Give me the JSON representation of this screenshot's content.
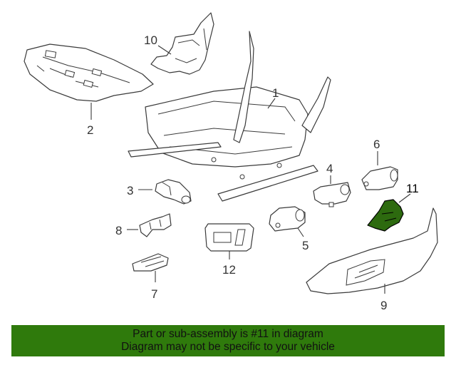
{
  "callouts": {
    "c1": "1",
    "c2": "2",
    "c3": "3",
    "c4": "4",
    "c5": "5",
    "c6": "6",
    "c7": "7",
    "c8": "8",
    "c9": "9",
    "c10": "10",
    "c11": "11",
    "c12": "12"
  },
  "highlighted_part": "11",
  "colors": {
    "highlight": "#2d6a0f",
    "banner": "#2f7a0c",
    "line": "#3a3a3a"
  },
  "banner": {
    "line1": "Part or sub-assembly is #11 in diagram",
    "line2": "Diagram may not be specific to your vehicle"
  }
}
